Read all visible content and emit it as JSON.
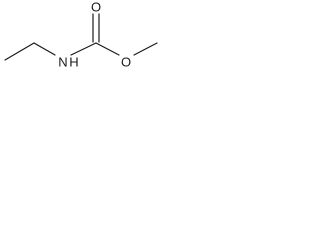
{
  "molecule": {
    "atoms": {
      "nitrogen": "N",
      "hydrogen": "H",
      "carbonyl_oxygen": "O",
      "ester_oxygen": "O"
    },
    "bond_color": "#1a1a1a",
    "background": "#ffffff"
  }
}
